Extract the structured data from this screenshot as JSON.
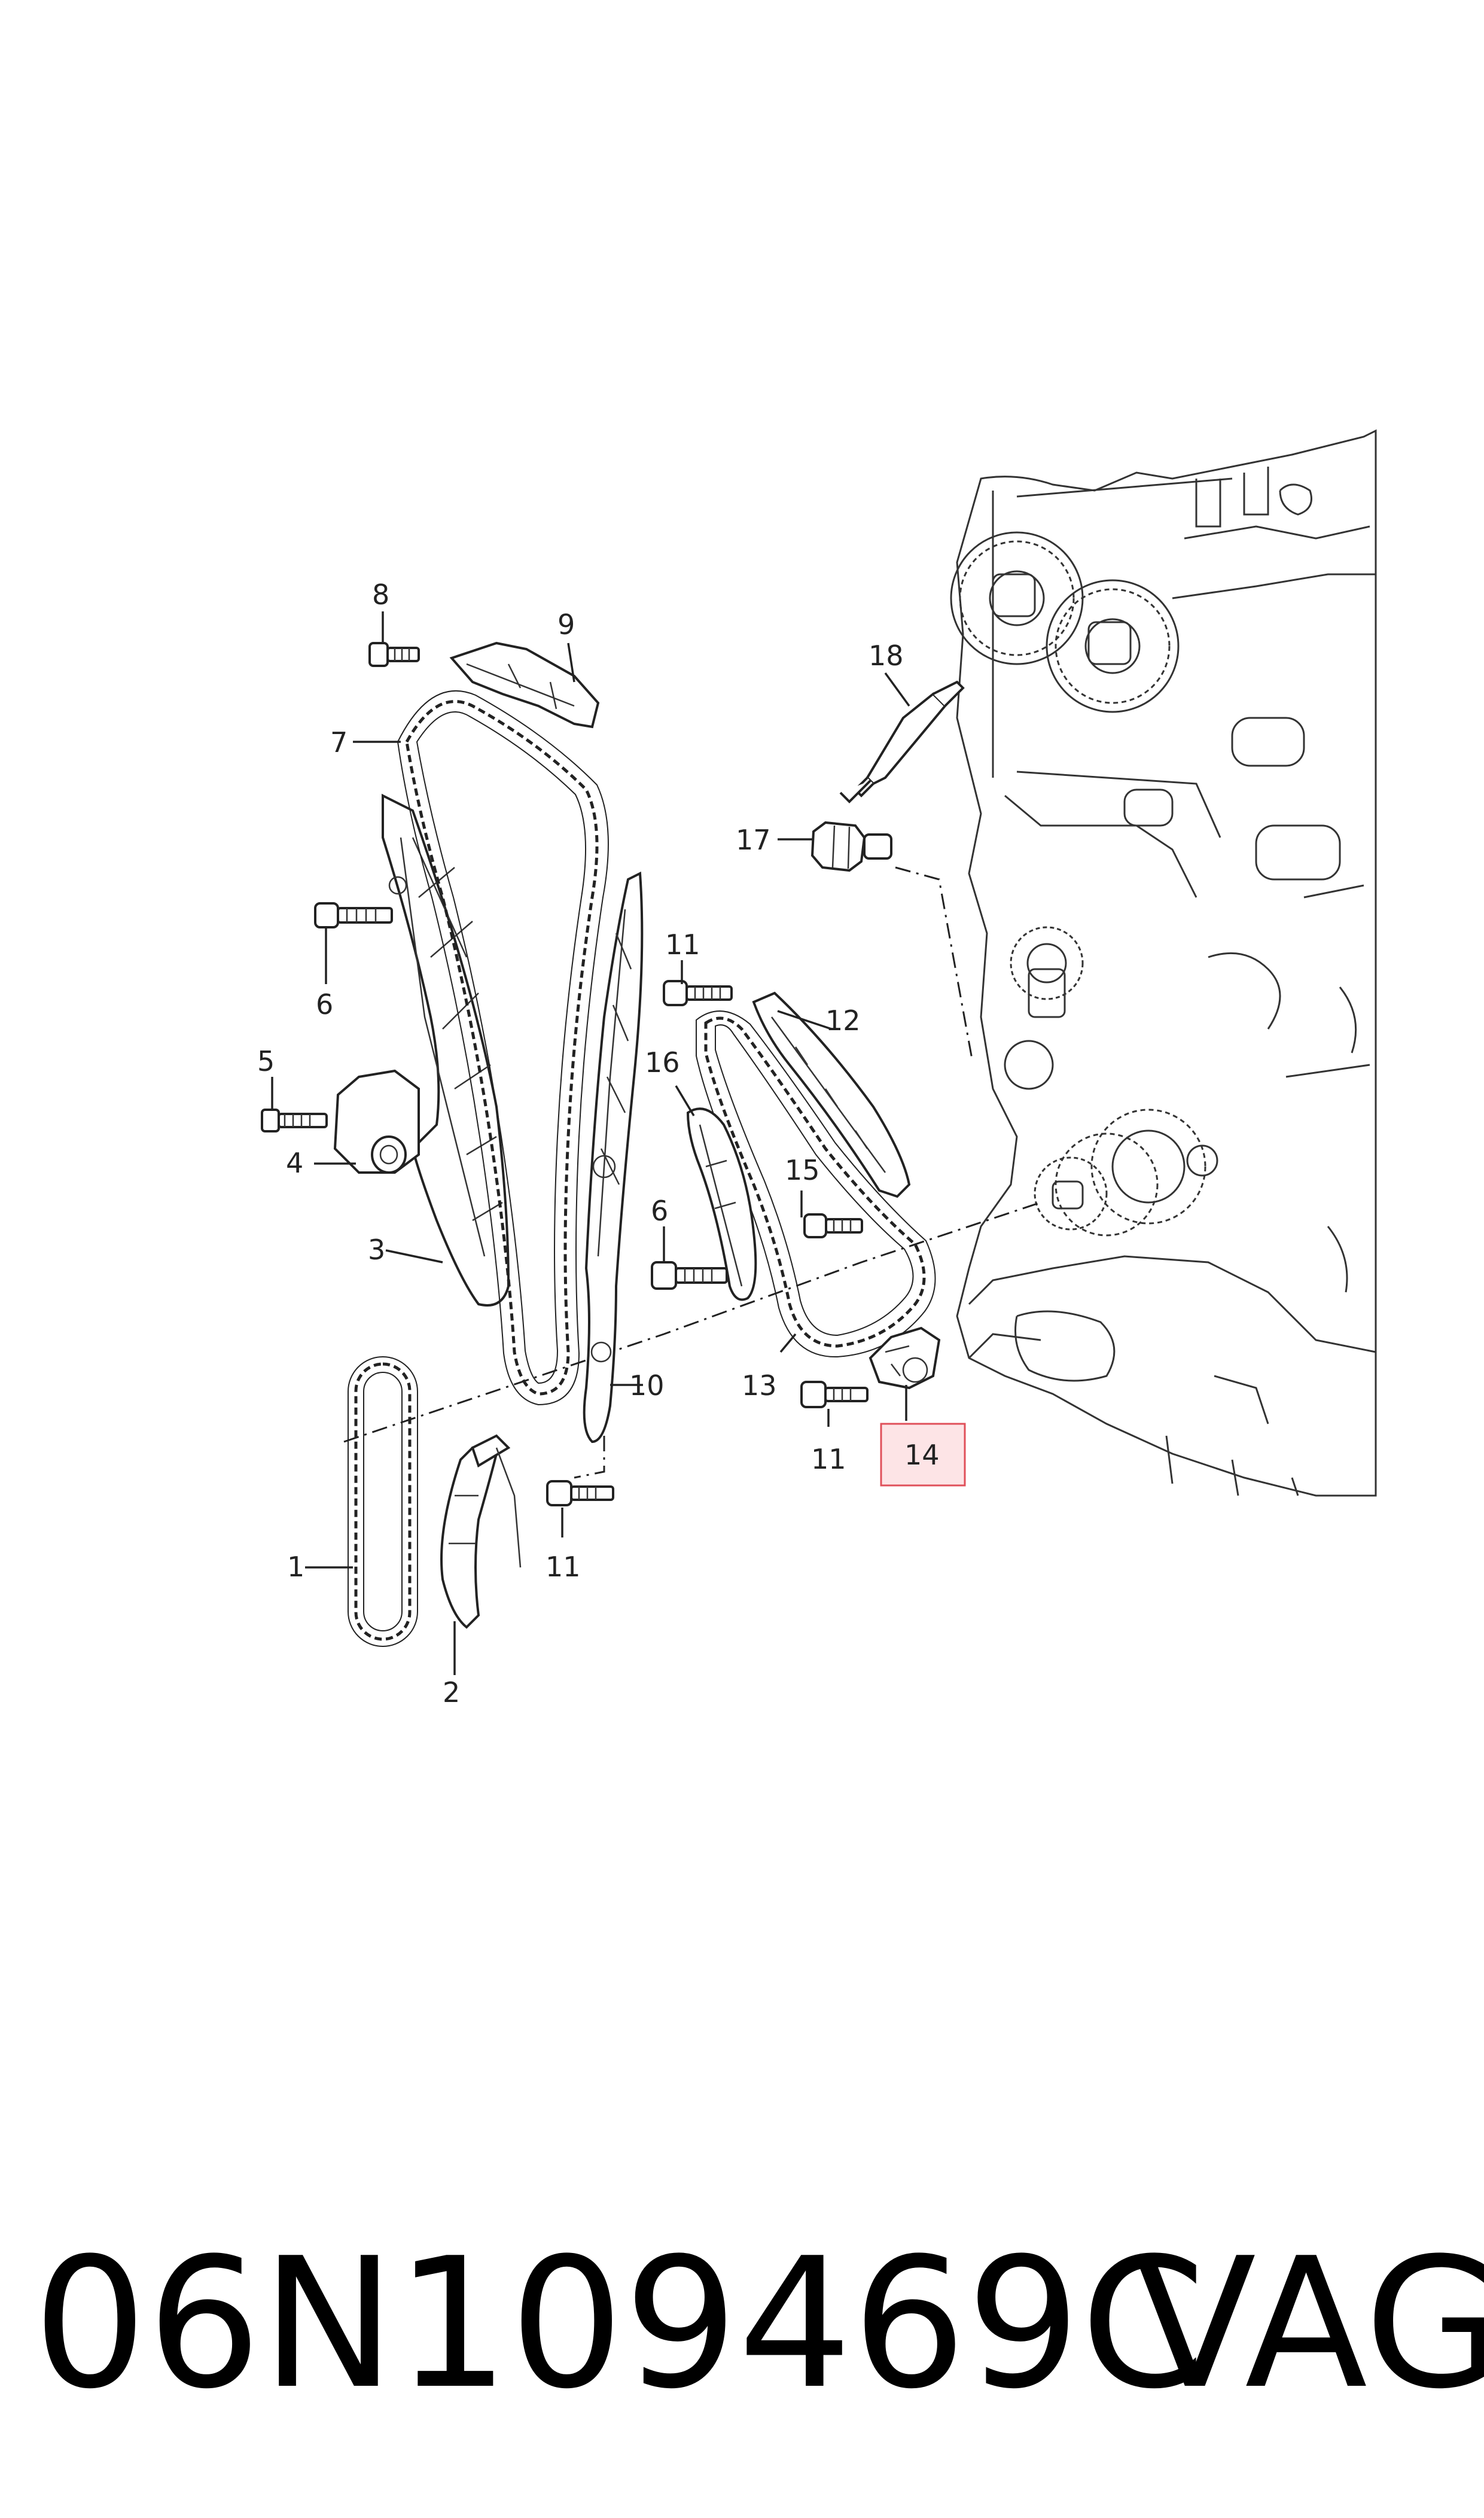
{
  "diagram": {
    "callouts": {
      "c1": "1",
      "c2": "2",
      "c3": "3",
      "c4": "4",
      "c5": "5",
      "c6a": "6",
      "c6b": "6",
      "c7": "7",
      "c8": "8",
      "c9": "9",
      "c10": "10",
      "c11a": "11",
      "c11b": "11",
      "c11c": "11",
      "c12": "12",
      "c13": "13",
      "c14": "14",
      "c15": "15",
      "c16": "16",
      "c17": "17",
      "c18": "18"
    },
    "highlight_color": "#e0505a",
    "highlight_fill": "#fde4e6"
  },
  "footer": {
    "part_number": "06N109469C",
    "brand": "VAG"
  }
}
